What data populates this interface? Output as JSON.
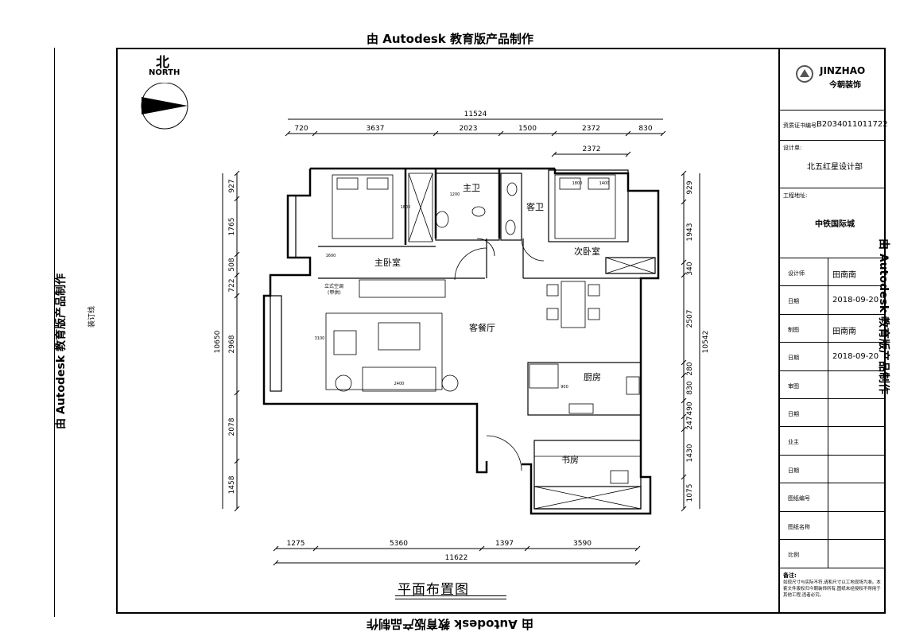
{
  "watermark": "由 Autodesk 教育版产品制作",
  "binding_line": "装订线",
  "compass": {
    "cn": "北",
    "en": "NORTH"
  },
  "plan_title": "平面布置图",
  "rooms": {
    "master_bedroom": "主卧室",
    "master_bath": "主卫",
    "guest_bath": "客卫",
    "second_bedroom": "次卧室",
    "living_dining": "客餐厅",
    "kitchen": "厨房",
    "study": "书房",
    "ac_note_1": "立式空调",
    "ac_note_2": "(甲供)"
  },
  "dimensions": {
    "top_total": "11524",
    "top": [
      "720",
      "3637",
      "2023",
      "1500",
      "2372",
      "830"
    ],
    "top_sub": "2372",
    "bottom": [
      "1275",
      "5360",
      "1397",
      "3590"
    ],
    "bottom_total": "11622",
    "left_total": "10650",
    "left": [
      "927",
      "1765",
      "508",
      "722",
      "2968",
      "2078",
      "1458"
    ],
    "right_total": "10542",
    "right": [
      "929",
      "1943",
      "340",
      "2507",
      "280",
      "830",
      "490",
      "247",
      "1430",
      "1075"
    ],
    "inner": [
      "1600",
      "1200",
      "1800",
      "3100",
      "900",
      "2400",
      "1800",
      "1400"
    ]
  },
  "title_block": {
    "brand_en": "JINZHAO",
    "brand_cn": "今朝装饰",
    "cert_label": "资质证书编号:",
    "cert_no": "B2034011011722",
    "designer_unit_label": "设计单:",
    "designer_unit": "北五红星设计部",
    "project_label": "工程地址:",
    "project": "中铁国际城",
    "rows": [
      {
        "label": "设计师",
        "value": "田南南"
      },
      {
        "label": "日期",
        "value": "2018-09-20"
      },
      {
        "label": "制图",
        "value": "田南南"
      },
      {
        "label": "日期",
        "value": "2018-09-20"
      },
      {
        "label": "审图",
        "value": ""
      },
      {
        "label": "日期",
        "value": ""
      },
      {
        "label": "业主",
        "value": ""
      },
      {
        "label": "日期",
        "value": ""
      },
      {
        "label": "图纸编号",
        "value": ""
      },
      {
        "label": "图纸名称",
        "value": ""
      },
      {
        "label": "比例",
        "value": ""
      }
    ],
    "note_label": "备注:",
    "note_text": "如现尺寸与实际不符,请和尺寸以工地现场为准。本套文件版权归今朝装饰所有,图纸未经授权不得用于其他工程,违者必究。"
  }
}
